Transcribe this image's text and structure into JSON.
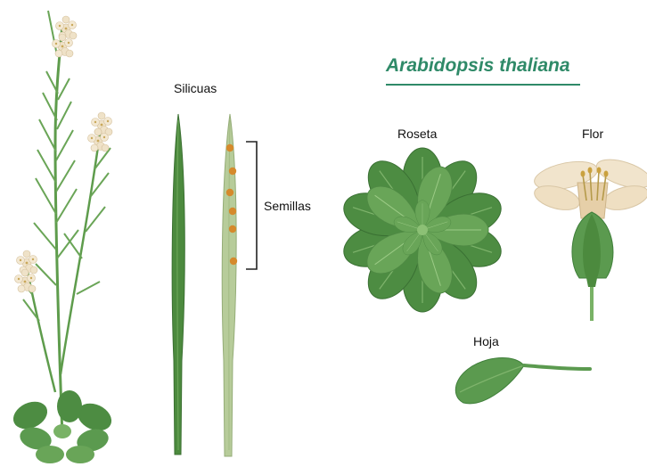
{
  "title": "Arabidopsis thaliana",
  "labels": {
    "silicuas": "Silicuas",
    "semillas": "Semillas",
    "roseta": "Roseta",
    "flor": "Flor",
    "hoja": "Hoja"
  },
  "colors": {
    "title": "#2f8a68",
    "leaf_dark": "#3f7f3a",
    "leaf_mid": "#5b9a4f",
    "leaf_light": "#79b266",
    "silique_dark": "#4c8a3e",
    "silique_light": "#b7cc9a",
    "seed": "#d58a2c",
    "petal": "#f1e4cc"
  }
}
